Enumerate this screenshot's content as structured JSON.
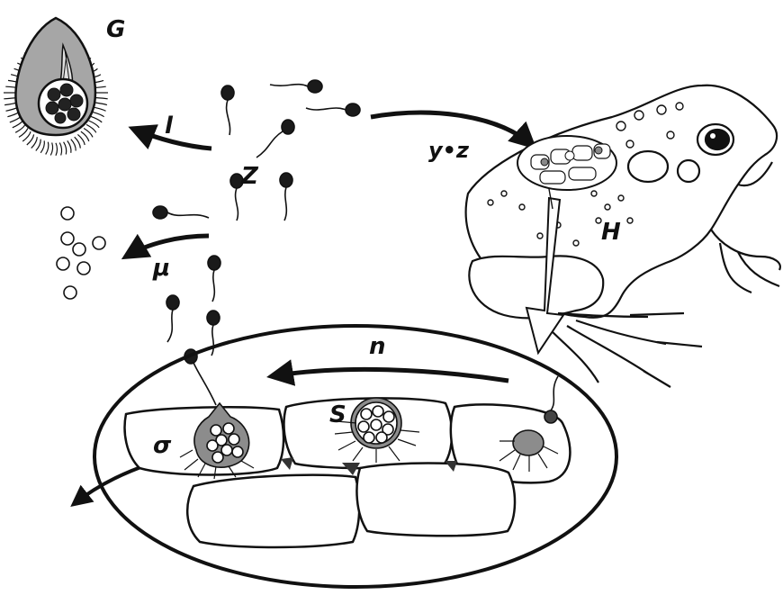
{
  "labels": {
    "G": "G",
    "l": "l",
    "yz": "y•z",
    "Z": "Z",
    "H": "H",
    "mu": "μ",
    "n": "n",
    "S": "S",
    "sigma": "σ"
  },
  "colors": {
    "ink": "#111111",
    "cell_fill": "#ffffff",
    "gray_fill": "#8c8c8c",
    "spore_fill": "#ffffff"
  },
  "icons": {
    "organism_G": "ciliated-cyst-icon",
    "zoospore": "flagellated-zoospore-icon",
    "host_H": "toad-icon",
    "skin_section": "epidermis-section-icon"
  }
}
